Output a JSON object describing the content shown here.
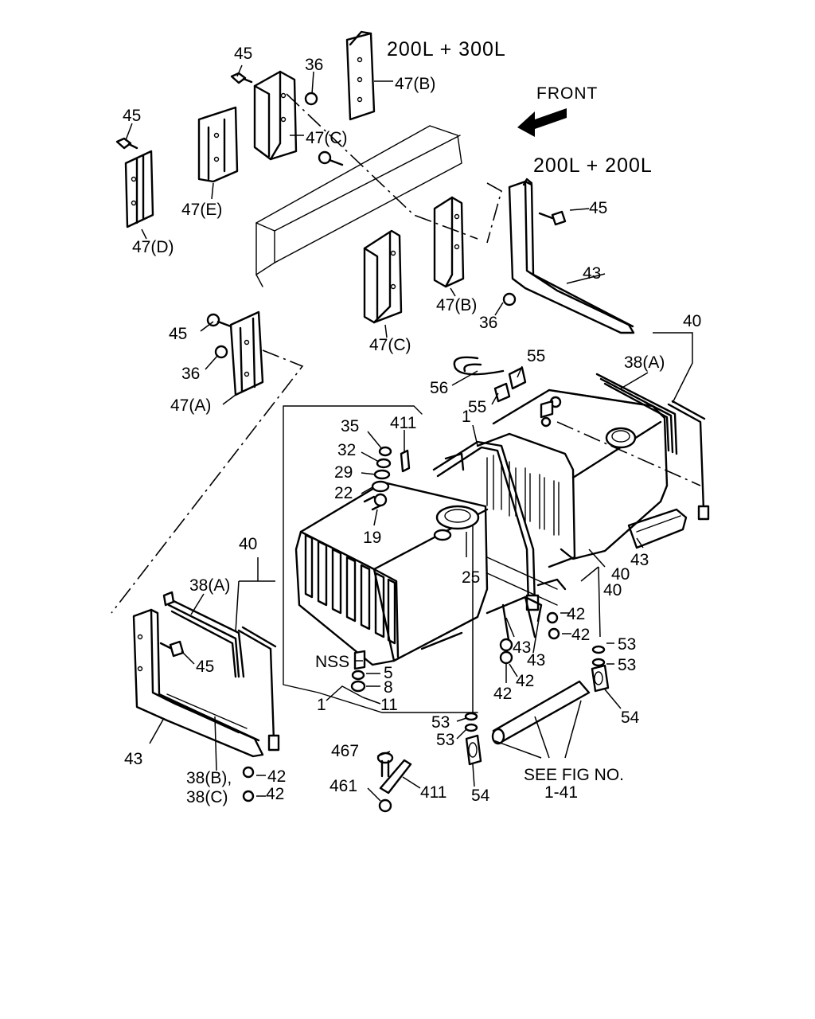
{
  "headings": {
    "variant_300": "200L + 300L",
    "variant_200": "200L + 200L",
    "front": "FRONT"
  },
  "note": {
    "line1": "SEE FIG NO.",
    "line2": "1-41"
  },
  "callouts": {
    "c45_a": "45",
    "c36_a": "36",
    "c47b_top": "47(B)",
    "c47c_top": "47(C)",
    "c45_b": "45",
    "c47e": "47(E)",
    "c47d": "47(D)",
    "c45_c": "45",
    "c43_top": "43",
    "c47b_mid": "47(B)",
    "c36_b": "36",
    "c47c_mid": "47(C)",
    "c45_d": "45",
    "c36_c": "36",
    "c47a": "47(A)",
    "c40_right": "40",
    "c38a_right": "38(A)",
    "c55_a": "55",
    "c56": "56",
    "c55_b": "55",
    "c1_top": "1",
    "c35": "35",
    "c411_top": "411",
    "c32": "32",
    "c29": "29",
    "c22": "22",
    "c19": "19",
    "c25": "25",
    "c43_right": "43",
    "c40_mid1": "40",
    "c40_mid2": "40",
    "c42_a": "42",
    "c42_b": "42",
    "c43_mid1": "43",
    "c43_mid2": "43",
    "c42_c": "42",
    "c42_d": "42",
    "c53_a": "53",
    "c53_b": "53",
    "c54_right": "54",
    "cNSS": "NSS",
    "c5": "5",
    "c8": "8",
    "c11": "11",
    "c1_bottom": "1",
    "c40_left": "40",
    "c38a_left": "38(A)",
    "c45_left": "45",
    "c43_left": "43",
    "c38b": "38(B),",
    "c38c": "38(C)",
    "c42_e": "42",
    "c42_f": "42",
    "c53_c": "53",
    "c53_d": "53",
    "c54_bottom": "54",
    "c467": "467",
    "c411_bottom": "411",
    "c461": "461"
  },
  "icons": [
    "front-arrow-icon",
    "bolt-icon",
    "nut-icon",
    "fuel-cap-icon",
    "clamp-icon"
  ]
}
